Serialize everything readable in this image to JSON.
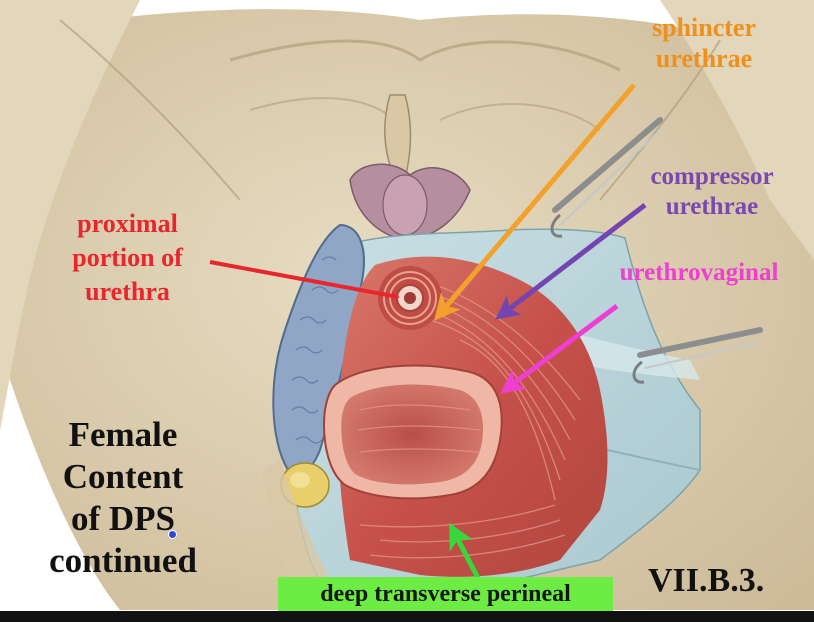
{
  "labels": {
    "sphincter_urethrae": [
      "sphincter",
      "urethrae"
    ],
    "compressor_urethrae": [
      "compressor",
      "urethrae"
    ],
    "proximal_urethra": [
      "proximal",
      "portion of",
      "urethra"
    ],
    "urethrovaginal": "urethrovaginal",
    "deep_transverse_perineal": "deep transverse perineal"
  },
  "title": [
    "Female",
    "Content",
    "of DPS",
    "continued"
  ],
  "section_code": "VII.B.3.",
  "colors": {
    "sphincter": "#ef8f1c",
    "compressor": "#7b48b0",
    "proximal": "#e8262c",
    "urethrovaginal": "#ee3fd2",
    "deep_transverse_highlight": "#6ded44",
    "deep_transverse_arrow": "#38d83a",
    "muscle": "#c9504a",
    "fascia": "#b9d7dd",
    "skin": "#ddd0b4"
  },
  "icons": [
    "arrow-proximal-icon",
    "arrow-sphincter-icon",
    "arrow-compressor-icon",
    "arrow-urethrovaginal-icon",
    "arrow-deep-transverse-icon",
    "retractor-icon"
  ]
}
